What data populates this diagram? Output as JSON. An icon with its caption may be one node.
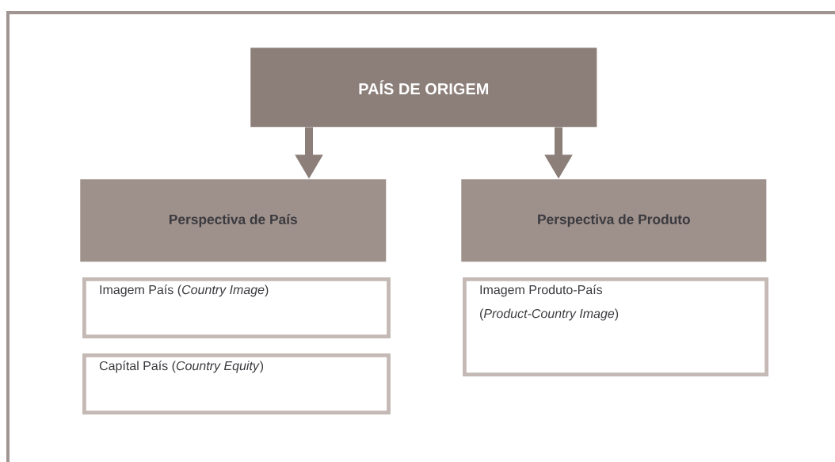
{
  "diagram": {
    "nodes": [
      {
        "text": [
          "PAÍS DE ORIGEM"
        ]
      },
      {
        "text": [
          "Perspectiva de País"
        ]
      },
      {
        "text": [
          "Perspectiva de Produto"
        ]
      },
      {
        "text": [
          "Imagem País (*Country Image*)"
        ]
      },
      {
        "text": [
          "Capítal País (*Country Equity*)"
        ]
      },
      {
        "text": [
          "Imagem Produto-País (*Product-Country Image*)"
        ]
      }
    ],
    "edges": [
      {
        "from": 0,
        "to": 1,
        "arrow": "to"
      },
      {
        "from": 0,
        "to": 2,
        "arrow": "to"
      }
    ]
  }
}
